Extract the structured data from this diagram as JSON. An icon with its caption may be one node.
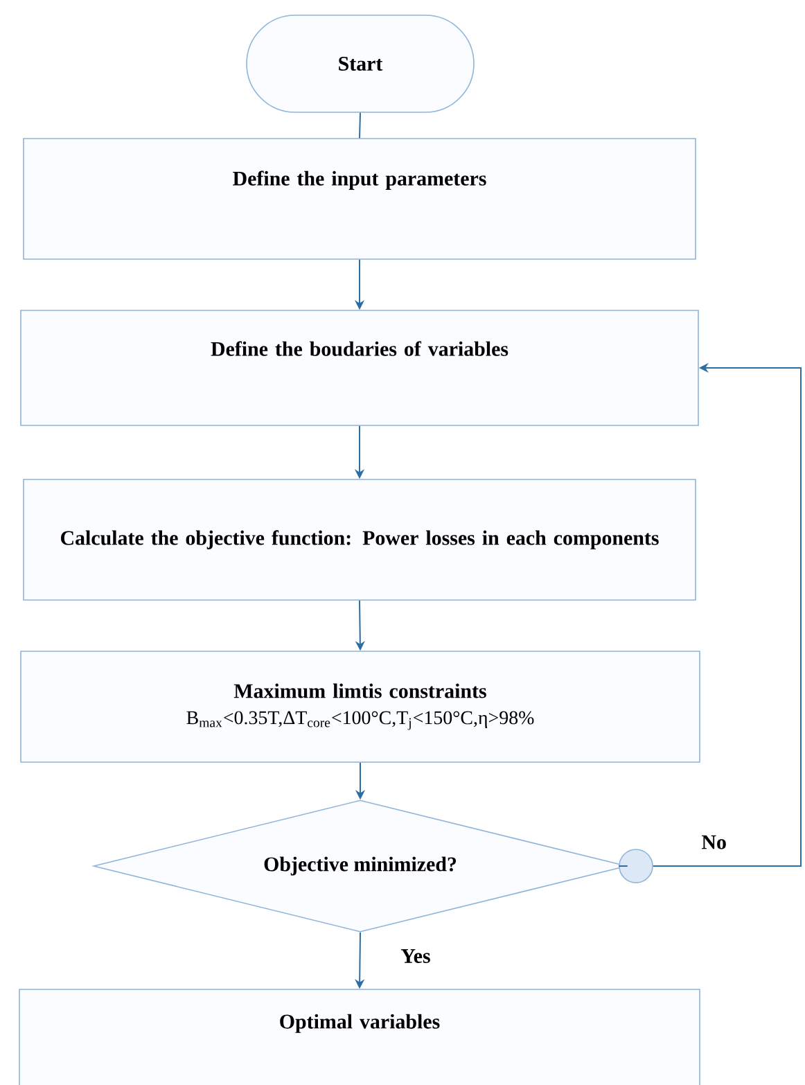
{
  "diagram": {
    "nodes": [
      {
        "text": [
          "Start"
        ]
      },
      {
        "text": [
          "Define the input parameters"
        ]
      },
      {
        "text": [
          "Define the boudaries of variables"
        ]
      },
      {
        "text": [
          "Calculate the objective function: Power losses in each components"
        ]
      },
      {
        "text": [
          "Maximum limtis constraints",
          "B$_{max}$<0.35T,ΔT$_{core}$<100°C,T$_{j}$<150°C,η>98%"
        ]
      },
      {
        "text": [
          "Objective minimized?"
        ]
      },
      {
        "text": [],
        "shape": "circle"
      },
      {
        "text": [
          "Optimal variables"
        ]
      }
    ],
    "edges": [
      {
        "from": 0,
        "to": 1,
        "arrow": "none"
      },
      {
        "from": 1,
        "to": 2,
        "arrow": "to"
      },
      {
        "from": 2,
        "to": 3,
        "arrow": "to"
      },
      {
        "from": 3,
        "to": 4,
        "arrow": "to"
      },
      {
        "from": 4,
        "to": 5,
        "arrow": "to"
      },
      {
        "from": 5,
        "to": 7,
        "arrow": "to",
        "label": "Yes"
      },
      {
        "from": 5,
        "to": 6,
        "arrow": "none"
      },
      {
        "from": 6,
        "to": 2,
        "arrow": "to",
        "label": "No"
      }
    ]
  }
}
